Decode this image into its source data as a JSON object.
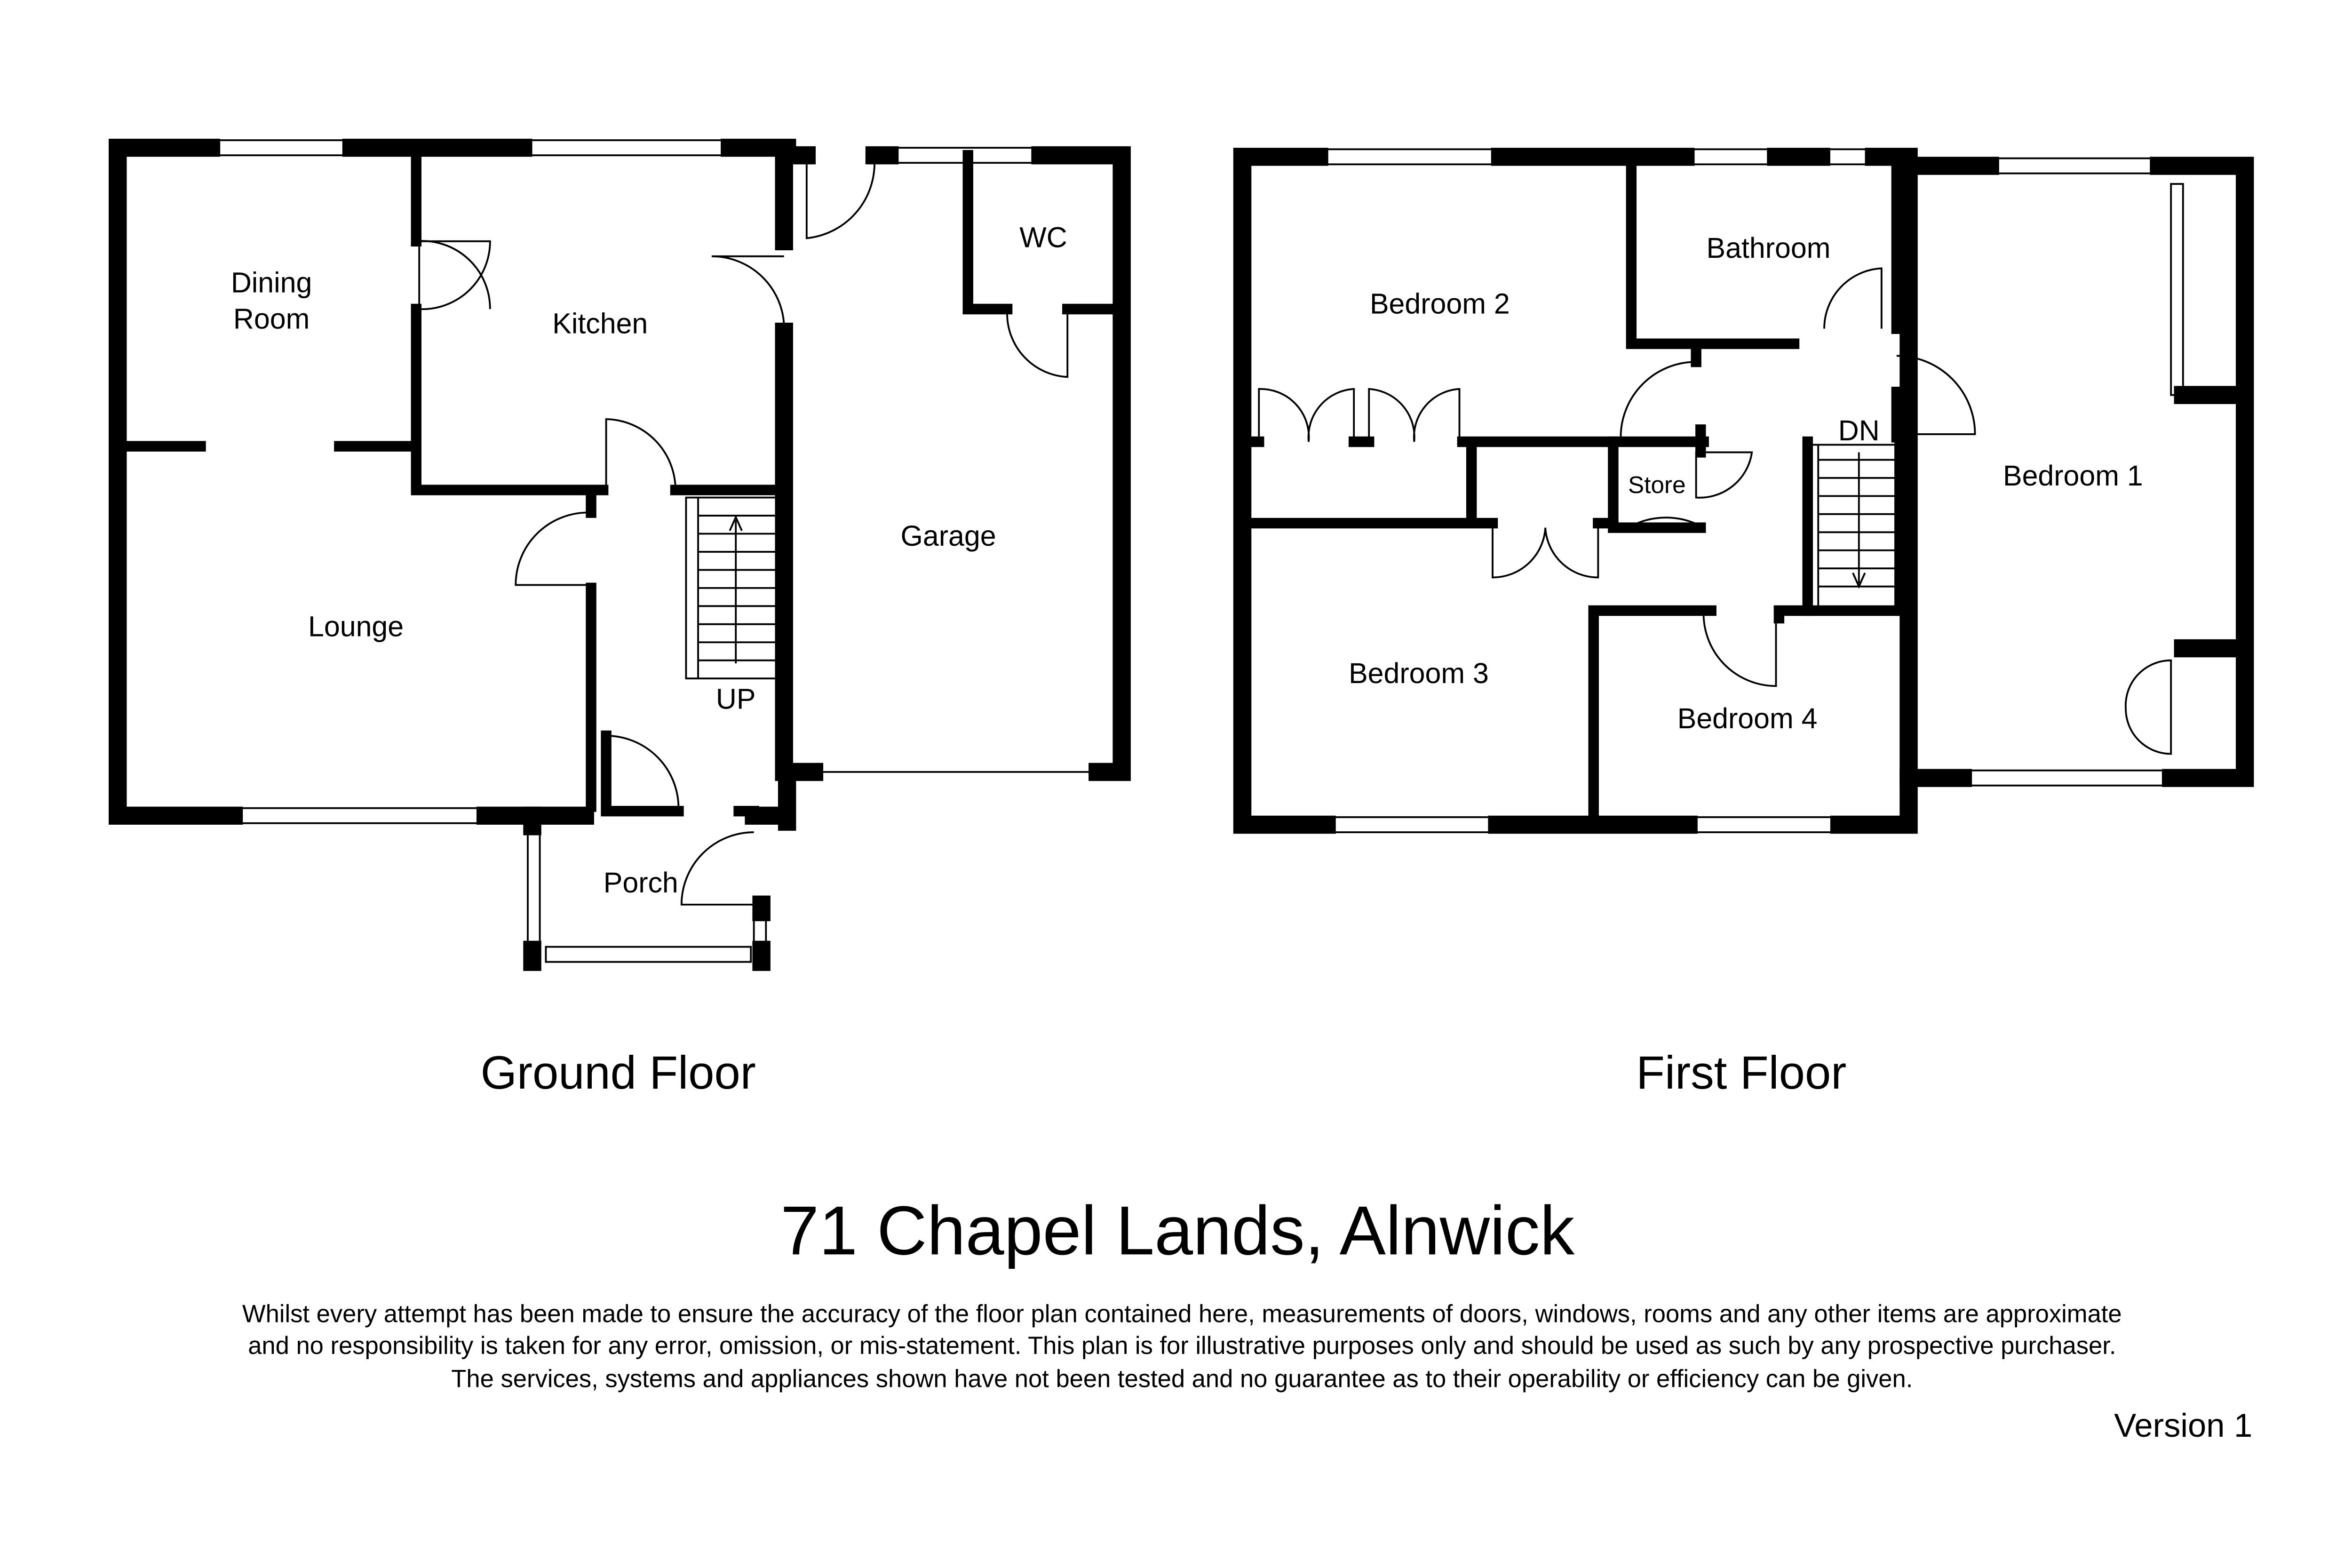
{
  "ground_floor": {
    "label": "Ground Floor",
    "rooms": {
      "dining_line1": "Dining",
      "dining_line2": "Room",
      "kitchen": "Kitchen",
      "lounge": "Lounge",
      "garage": "Garage",
      "wc": "WC",
      "porch": "Porch",
      "stairs": "UP"
    }
  },
  "first_floor": {
    "label": "First Floor",
    "rooms": {
      "bedroom2": "Bedroom 2",
      "bathroom": "Bathroom",
      "bedroom1": "Bedroom 1",
      "store": "Store",
      "stairs": "DN",
      "bedroom3": "Bedroom 3",
      "bedroom4": "Bedroom 4"
    }
  },
  "title": "71 Chapel Lands, Alnwick",
  "disclaimer": [
    "Whilst every attempt has been made to ensure the accuracy of the floor plan contained here, measurements of doors, windows, rooms and any other items are approximate",
    "and no responsibility is taken for any error, omission, or mis-statement. This plan is for illustrative purposes only and should be used as such by any prospective purchaser.",
    "The services, systems and appliances shown have not been tested and no guarantee as to their operability or efficiency can be given."
  ],
  "version": "Version 1"
}
